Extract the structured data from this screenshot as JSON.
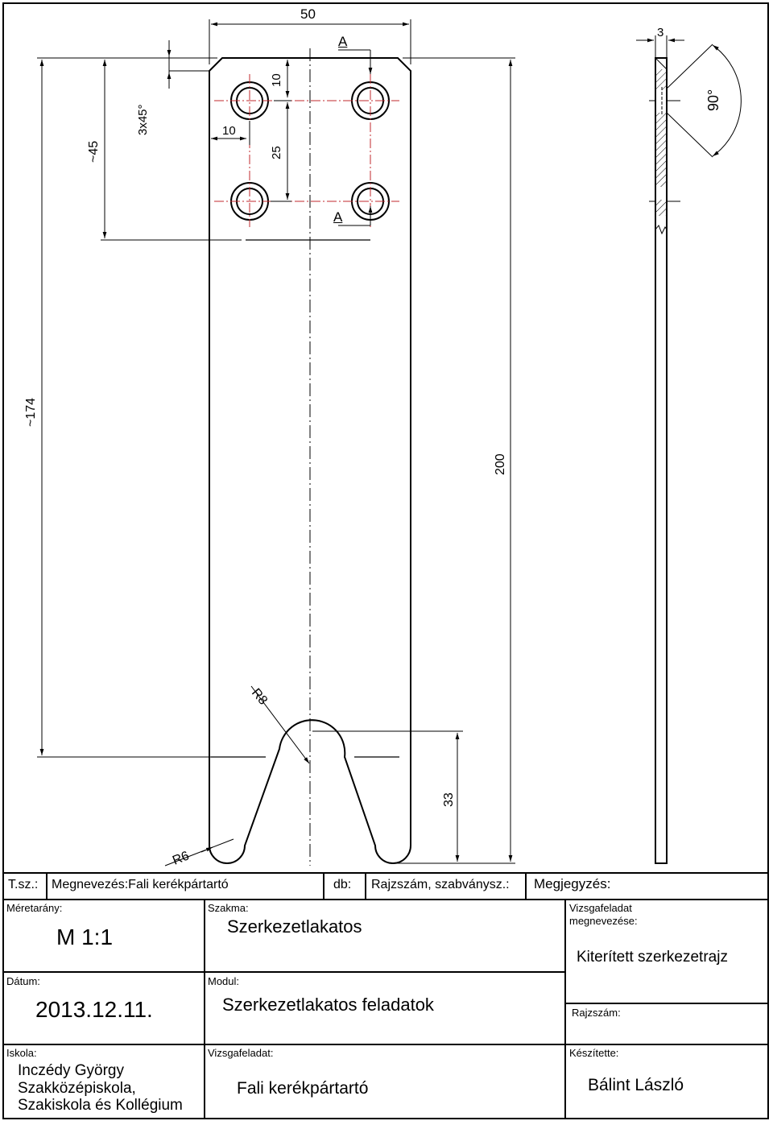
{
  "dimensions": {
    "width_50": "50",
    "chamfer": "3x45°",
    "length_45": "~45",
    "length_174": "~174",
    "length_200": "200",
    "offset_10_h": "10",
    "offset_10_v": "10",
    "spacing_25": "25",
    "slot_33": "33",
    "radius_r8": "R8",
    "radius_r6": "R6",
    "thickness_3": "3",
    "angle_90": "90°",
    "section_a_top": "A",
    "section_a_bottom": "A"
  },
  "title_block": {
    "tsz_label": "T.sz.:",
    "megnevezes": "Megnevezés:Fali kerékpártartó",
    "db_label": "db:",
    "rajzszam_szabvany": "Rajzszám, szabványsz.:",
    "megjegyzes": "Megjegyzés:",
    "meretarany_label": "Méretarány:",
    "meretarany_value": "M 1:1",
    "szakma_label": "Szakma:",
    "szakma_value": "Szerkezetlakatos",
    "vizsgafeladat_megnev_label_1": "Vizsgafeladat",
    "vizsgafeladat_megnev_label_2": "megnevezése:",
    "vizsgafeladat_megnev_value": "Kiterített szerkezetrajz",
    "datum_label": "Dátum:",
    "datum_value": "2013.12.11.",
    "modul_label": "Modul:",
    "modul_value": "Szerkezetlakatos feladatok",
    "rajzszam_label": "Rajzszám:",
    "iskola_label": "Iskola:",
    "iskola_line1": "Inczédy György",
    "iskola_line2": "Szakközépiskola,",
    "iskola_line3": "Szakiskola és Kollégium",
    "vizsgafeladat_label": "Vizsgafeladat:",
    "vizsgafeladat_value": "Fali kerékpártartó",
    "keszitette_label": "Készítette:",
    "keszitette_value": "Bálint László"
  },
  "colors": {
    "line": "#000000",
    "center_line": "#c0282e",
    "dimension": "#333333"
  }
}
